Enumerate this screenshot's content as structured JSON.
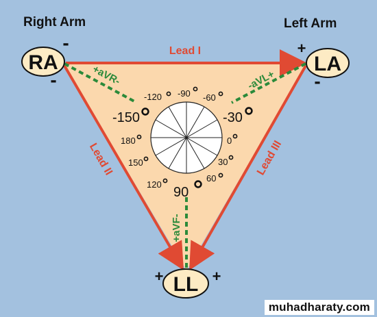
{
  "colors": {
    "background": "#a3c1df",
    "triangle_fill": "#fbd8ad",
    "lead_arrow": "#e04a33",
    "augmented_lead": "#2b8a3a",
    "node_fill": "#fdebc4"
  },
  "corners": {
    "right_arm": "Right Arm",
    "left_arm": "Left Arm"
  },
  "nodes": {
    "ra": {
      "label": "RA",
      "sign_top": "-",
      "sign_bottom": "-"
    },
    "la": {
      "label": "LA",
      "sign_left": "+",
      "sign_bottom": "-"
    },
    "ll": {
      "label": "LL",
      "sign_left": "+",
      "sign_right": "+"
    }
  },
  "leads": {
    "lead_1": "Lead I",
    "lead_2": "Lead II",
    "lead_3": "Lead III",
    "avr": "+aVR-",
    "avl": "-aVL+",
    "avf": "+aVF-"
  },
  "degrees": {
    "m120": "-120",
    "m90": "-90",
    "m60": "-60",
    "m150": "-150",
    "m30": "-30",
    "d180": "180",
    "d0": "0",
    "d150": "150",
    "d30": "30",
    "d120": "120",
    "d60": "60",
    "d90": "90"
  },
  "watermark": "muhadharaty.com"
}
